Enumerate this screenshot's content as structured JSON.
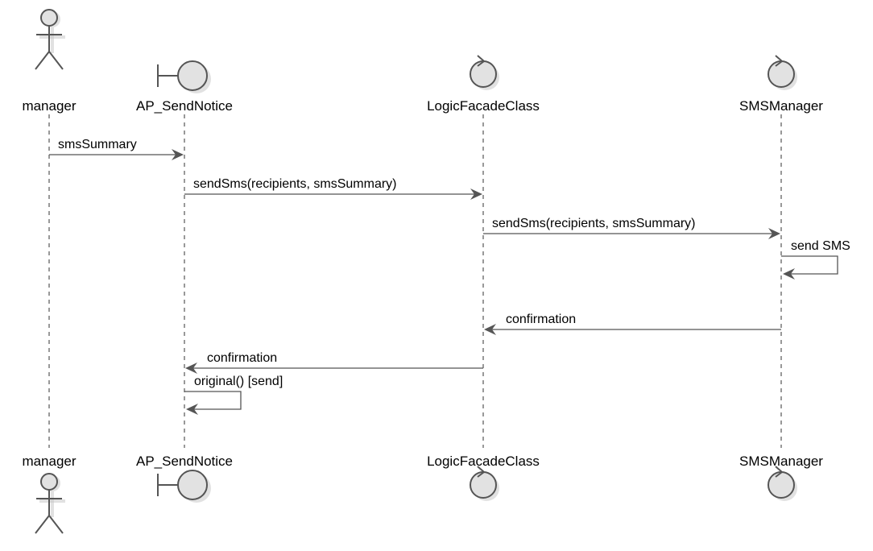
{
  "participants": [
    {
      "name": "manager",
      "kind": "actor"
    },
    {
      "name": "AP_SendNotice",
      "kind": "boundary"
    },
    {
      "name": "LogicFacadeClass",
      "kind": "control"
    },
    {
      "name": "SMSManager",
      "kind": "control"
    }
  ],
  "messages": [
    {
      "from": "manager",
      "to": "AP_SendNotice",
      "label": "smsSummary"
    },
    {
      "from": "AP_SendNotice",
      "to": "LogicFacadeClass",
      "label": "sendSms(recipients, smsSummary)"
    },
    {
      "from": "LogicFacadeClass",
      "to": "SMSManager",
      "label": "sendSms(recipients, smsSummary)"
    },
    {
      "from": "SMSManager",
      "to": "SMSManager",
      "label": "send SMS"
    },
    {
      "from": "SMSManager",
      "to": "LogicFacadeClass",
      "label": "confirmation"
    },
    {
      "from": "LogicFacadeClass",
      "to": "AP_SendNotice",
      "label": "confirmation"
    },
    {
      "from": "AP_SendNotice",
      "to": "AP_SendNotice",
      "label": "original() [send]"
    }
  ],
  "colors": {
    "symbol_fill": "#e2e2e2",
    "symbol_stroke": "#555555",
    "arrow": "#555555",
    "lifeline": "#333333"
  }
}
